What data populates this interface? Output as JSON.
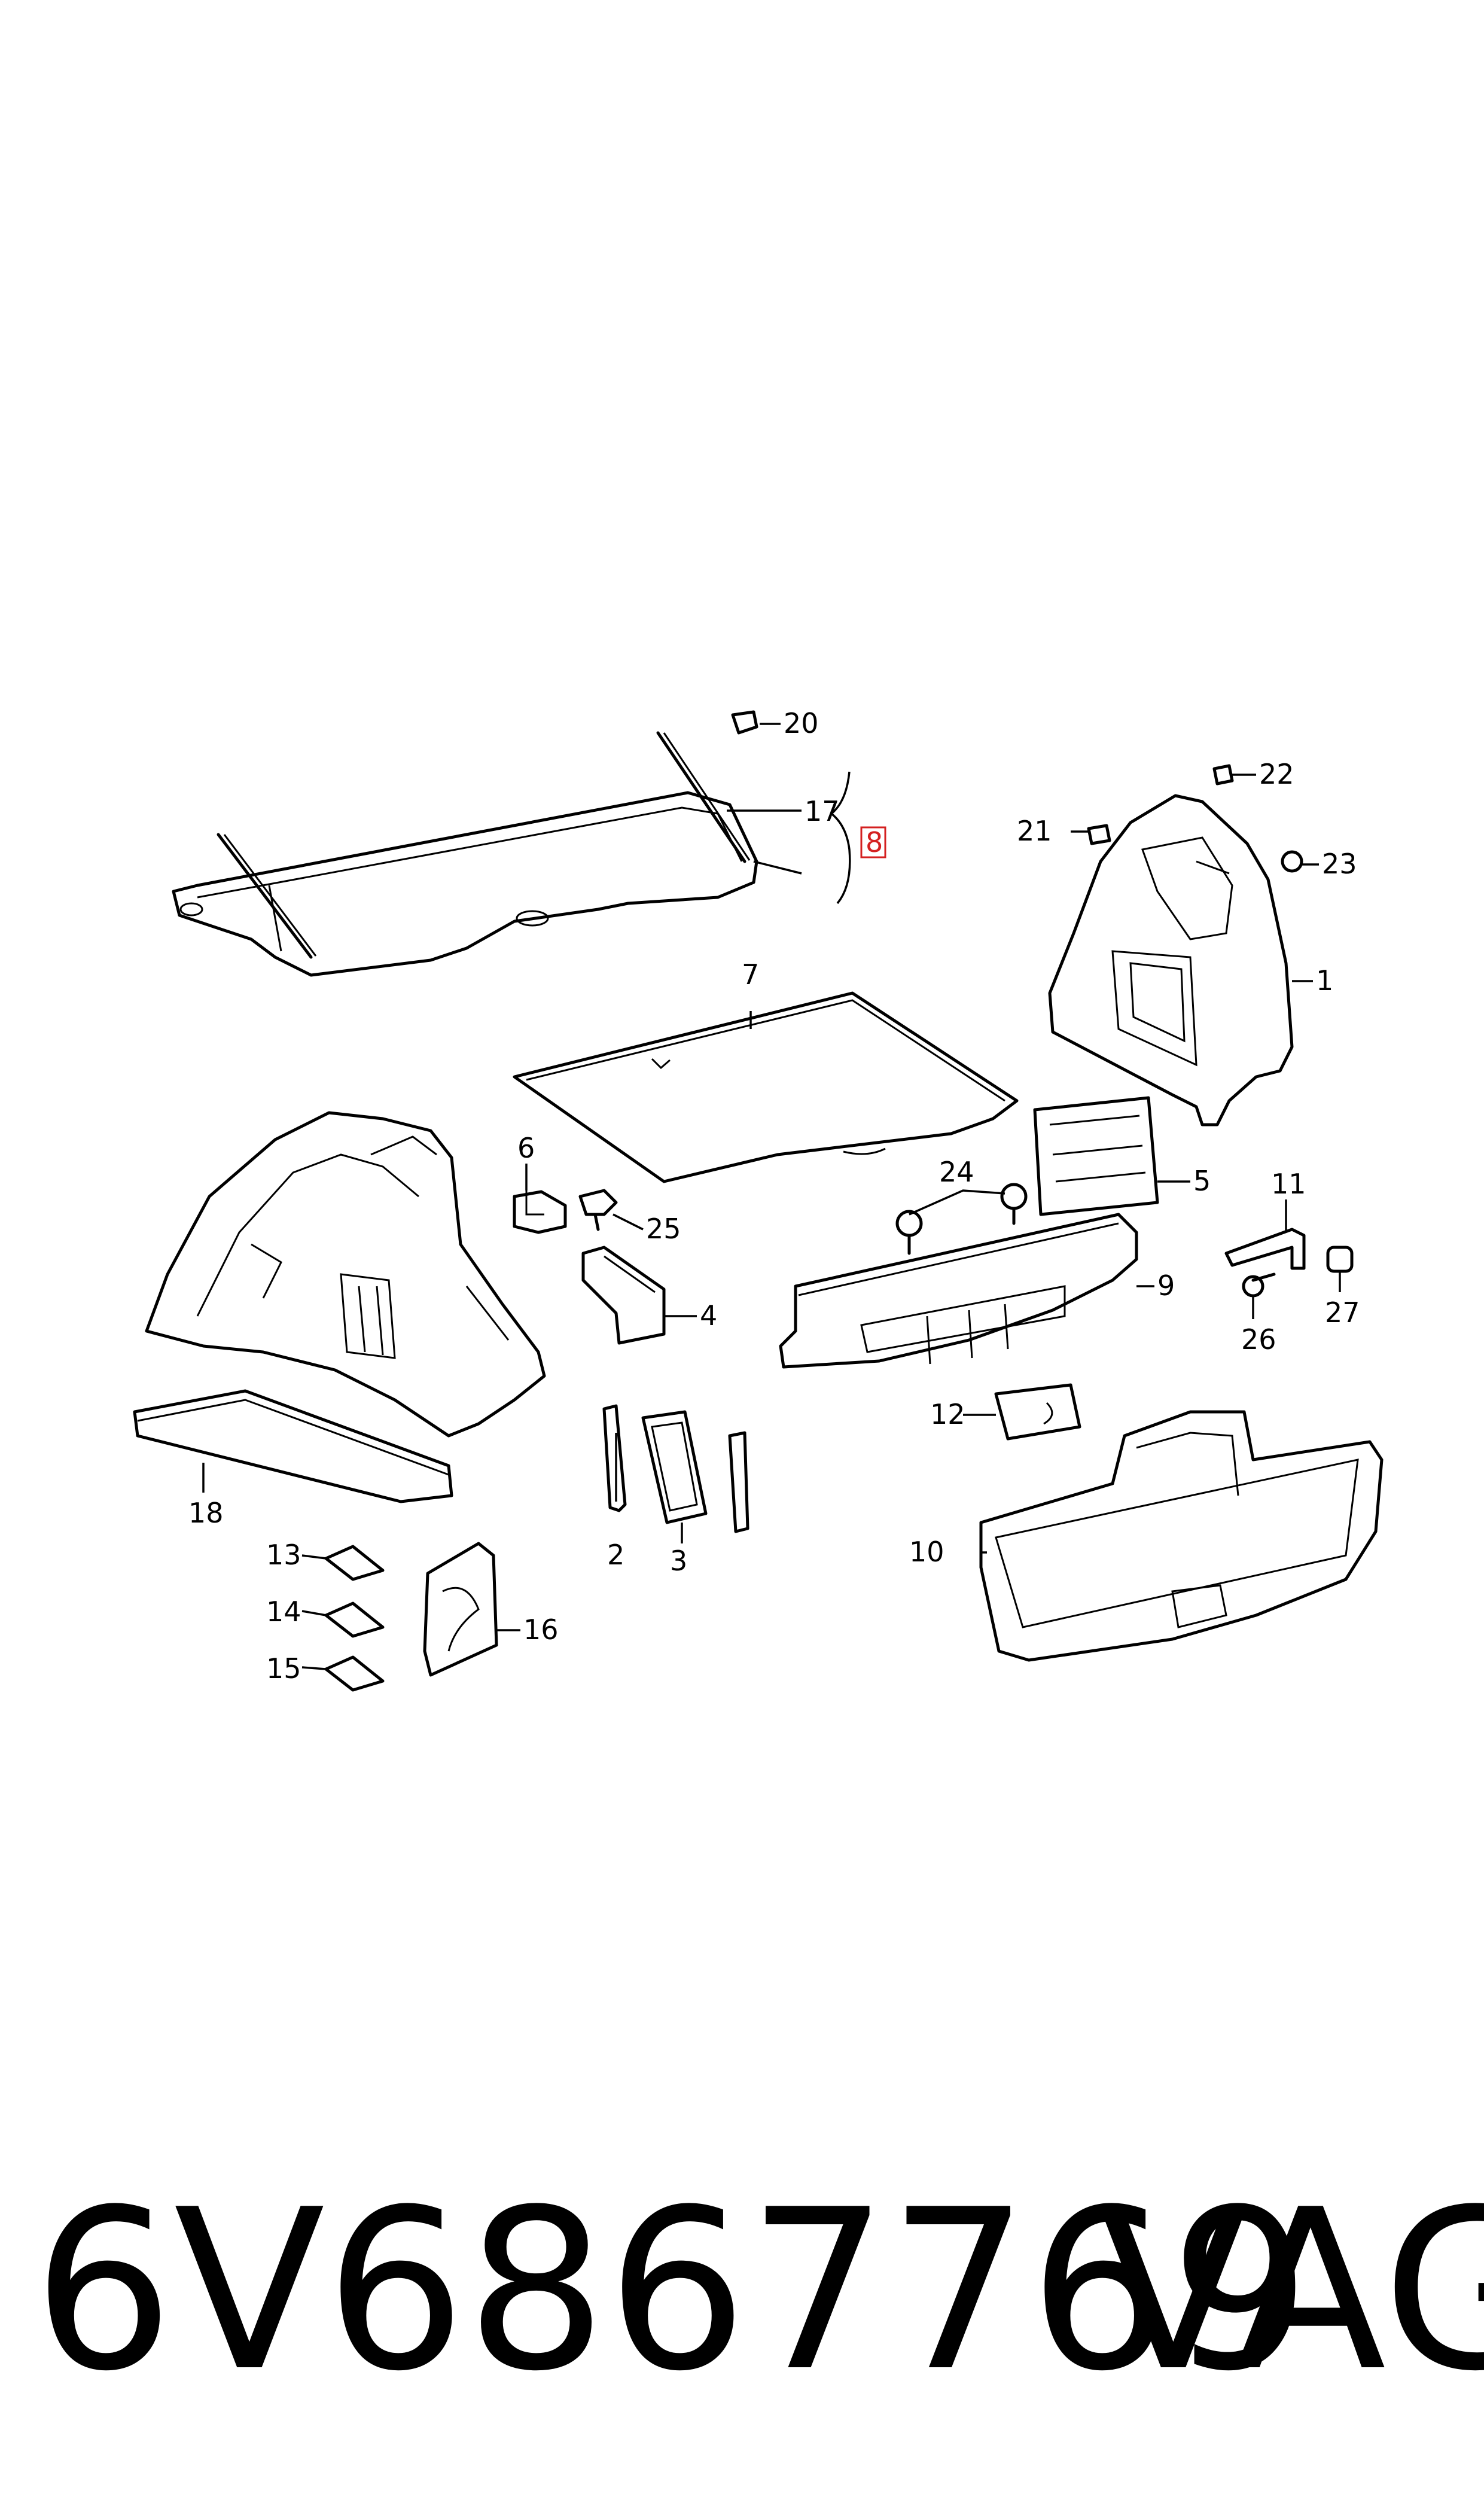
{
  "diagram": {
    "callouts": {
      "c1": "1",
      "c2": "2",
      "c3": "3",
      "c4": "4",
      "c5": "5",
      "c6": "6",
      "c7": "7",
      "c8": "8",
      "c9": "9",
      "c10": "10",
      "c11": "11",
      "c12": "12",
      "c13": "13",
      "c14": "14",
      "c15": "15",
      "c16": "16",
      "c17": "17",
      "c18": "18",
      "c20": "20",
      "c21": "21",
      "c22": "22",
      "c23": "23",
      "c24": "24",
      "c25": "25",
      "c26": "26",
      "c27": "27"
    },
    "highlight_color": "#d42020"
  },
  "footer": {
    "part_number": "6V6867769",
    "brand": "VAG"
  }
}
